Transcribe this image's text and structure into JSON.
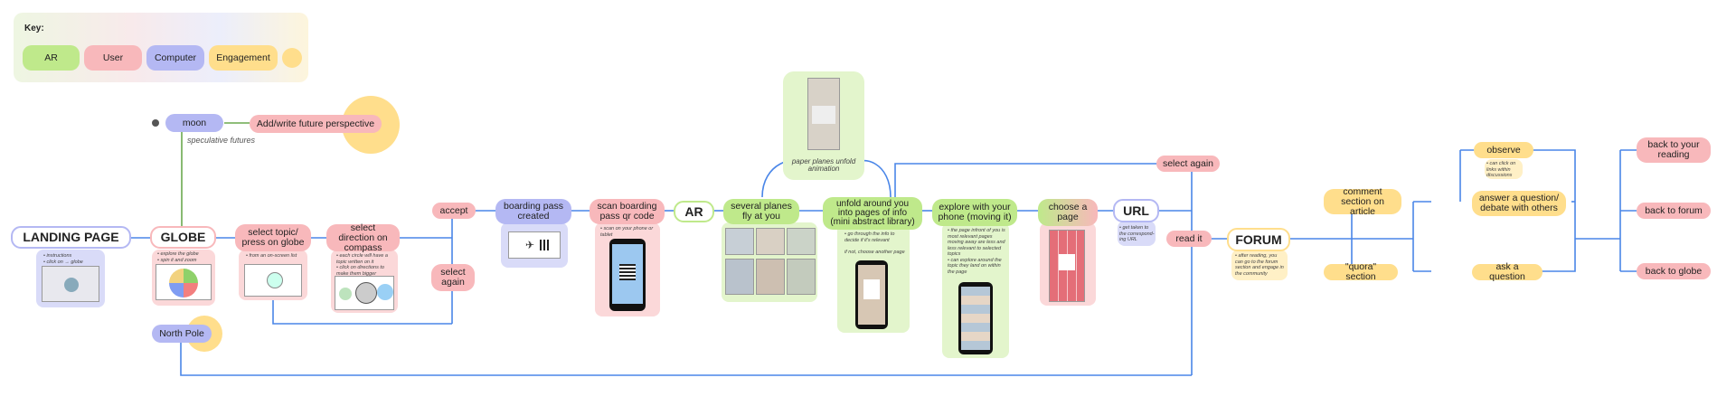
{
  "key": {
    "title": "Key:",
    "items": [
      {
        "label": "AR",
        "color": "#bfe98b"
      },
      {
        "label": "User",
        "color": "#f8b8bb"
      },
      {
        "label": "Computer",
        "color": "#b4b8f3"
      },
      {
        "label": "Engagement",
        "color": "#ffde8c"
      }
    ],
    "extra_color": "#ffde8c"
  },
  "colors": {
    "connector": "#4a86e8",
    "moon_connector": "#6aa84f",
    "ar": "#bfe98b",
    "user": "#f8b8bb",
    "computer": "#b4b8f3",
    "engagement": "#ffde8c"
  },
  "nodes": {
    "landing_page": "LANDING PAGE",
    "globe": "GLOBE",
    "moon": "moon",
    "future_perspective": "Add/write future perspective",
    "speculative_futures": "speculative futures",
    "north_pole": "North Pole",
    "select_topic": "select topic/ press on globe",
    "select_direction": "select direction on compass",
    "accept": "accept",
    "select_again_1": "select again",
    "boarding_pass": "boarding pass created",
    "scan_boarding": "scan boarding pass qr code",
    "ar": "AR",
    "planes_fly": "several planes fly at you",
    "paper_planes": "paper planes unfold animation",
    "unfold_pages": "unfold around you into pages of info (mini abstract library)",
    "explore_phone": "explore with your phone (moving it)",
    "choose_page": "choose a page",
    "url": "URL",
    "select_again_2": "select again",
    "read_it": "read it",
    "forum": "FORUM",
    "comment_section": "comment section on article",
    "quora_section": "\"quora\" section",
    "observe": "observe",
    "answer_question": "answer a question/ debate with others",
    "ask_question": "ask a question",
    "back_reading": "back to your reading",
    "back_forum": "back to forum",
    "back_globe": "back to globe"
  },
  "notes": {
    "landing": "• instructions\n• click on → globe",
    "globe": "• explore the globe\n• spin it and zoom",
    "select_topic": "• from an on-screen list",
    "select_direction": "• each circle will have a topic written on it\n• click on directions to make them bigger",
    "scan": "• scan on your phone or tablet",
    "unfold": "• go through the info to decide if it's relevant\n\nif not, choose another page",
    "explore": "• the page infront of you is most relevant pages moving away are less and less relevant to selected topics\n• can explore around the topic they land on within the page",
    "url": "• get taken to the correspond-ing URL",
    "forum": "• after reading, you can go to the forum section and engage in the community",
    "observe": "• can click on links within discussions"
  }
}
